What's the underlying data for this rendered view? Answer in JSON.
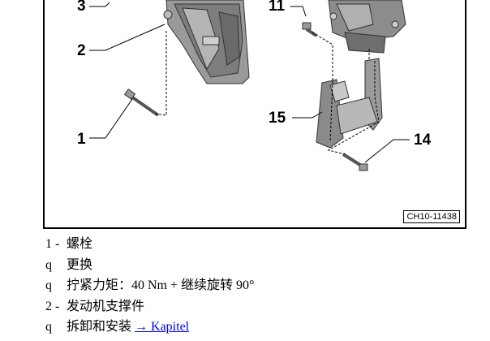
{
  "figure": {
    "callouts": [
      "3",
      "11",
      "2",
      "15",
      "1",
      "14"
    ],
    "code": "CH10-11438"
  },
  "list": [
    {
      "marker": "1 -",
      "text": "螺栓"
    },
    {
      "marker": "q",
      "text": "更换"
    },
    {
      "marker": "q",
      "text": "拧紧力矩：40 Nm + 继续旋转 90°"
    },
    {
      "marker": "2 -",
      "text": "发动机支撑件"
    },
    {
      "marker": "q",
      "text": "拆卸和安装 ",
      "link": "→ Kapitel"
    }
  ]
}
